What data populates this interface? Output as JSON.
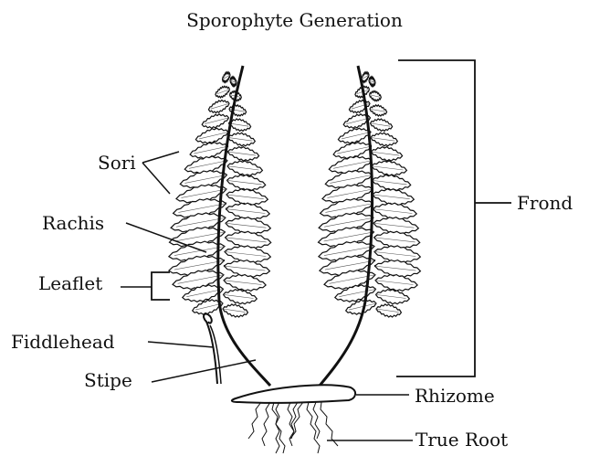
{
  "title": "Sporophyte Generation",
  "labels": {
    "sori": "Sori",
    "rachis": "Rachis",
    "leaflet": "Leaflet",
    "fiddlehead": "Fiddlehead",
    "stipe": "Stipe",
    "frond": "Frond",
    "rhizome": "Rhizome",
    "true_root": "True Root"
  }
}
